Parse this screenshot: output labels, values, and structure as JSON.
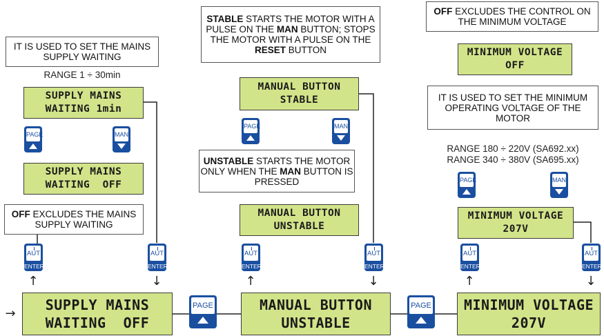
{
  "col1": {
    "note_top": "IT IS USED TO SET THE MAINS SUPPLY WAITING",
    "range": "RANGE 1 ÷ 30min",
    "lcd1": [
      "SUPPLY MAINS",
      "WAITING 1min"
    ],
    "lcd2": [
      "SUPPLY MAINS",
      "WAITING  OFF"
    ],
    "note_off_bold": "OFF",
    "note_off_rest": " EXCLUDES THE MAINS SUPPLY WAITING",
    "lcd_big": [
      "SUPPLY MAINS",
      "WAITING  OFF"
    ]
  },
  "col2": {
    "note_top_b1": "STABLE",
    "note_top_t1": " STARTS THE MOTOR WITH A PULSE ON THE ",
    "note_top_b2": "MAN",
    "note_top_t2": " BUTTON; STOPS THE MOTOR WITH A PULSE ON THE ",
    "note_top_b3": "RESET",
    "note_top_t3": " BUTTON",
    "lcd1": [
      "MANUAL BUTTON",
      "STABLE"
    ],
    "note_mid_b1": "UNSTABLE",
    "note_mid_t1": " STARTS THE MOTOR ONLY WHEN THE ",
    "note_mid_b2": "MAN",
    "note_mid_t2": " BUTTON IS PRESSED",
    "lcd2": [
      "MANUAL BUTTON",
      "UNSTABLE"
    ],
    "lcd_big": [
      "MANUAL BUTTON",
      "UNSTABLE"
    ]
  },
  "col3": {
    "note_top_bold": "OFF",
    "note_top_rest": " EXCLUDES THE CONTROL ON THE MINIMUM VOLTAGE",
    "lcd1": [
      "MINIMUM VOLTAGE",
      "OFF"
    ],
    "note_mid": "IT IS USED TO SET THE MINIMUM OPERATING VOLTAGE OF THE MOTOR",
    "range1": "RANGE 180 ÷ 220V (SA692.xx)",
    "range2": "RANGE 340 ÷ 380V (SA695.xx)",
    "lcd2": [
      "MINIMUM VOLTAGE",
      "207V"
    ],
    "lcd_big": [
      "MINIMUM VOLTAGE",
      "207V"
    ]
  },
  "buttons": {
    "page": "PAGE",
    "man": "MAN",
    "aut": "AUT",
    "enter": "ENTER"
  },
  "arrows": {
    "up": "↑",
    "down": "↓",
    "right": "→"
  },
  "colors": {
    "lcd_bg": "#d2e48a",
    "button_blue": "#1a4fa0"
  }
}
